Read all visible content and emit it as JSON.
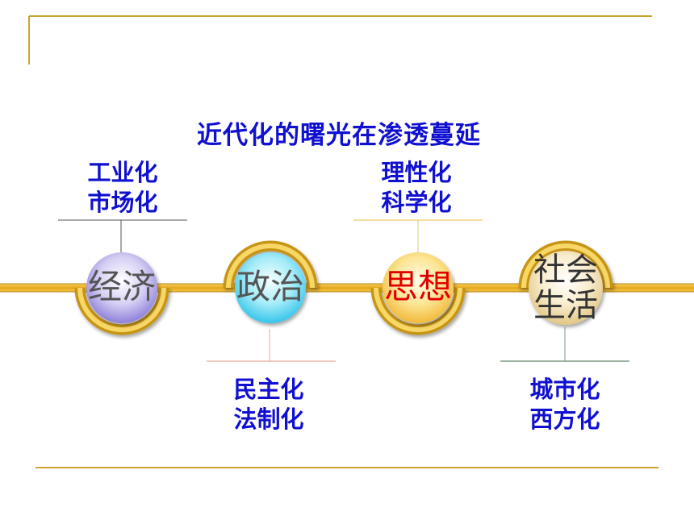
{
  "title": "近代化的曙光在渗透蔓延",
  "nodes": [
    {
      "name": "经济",
      "color": "#555555",
      "sub": [
        "工业化",
        "市场化"
      ]
    },
    {
      "name": "政治",
      "color": "#555555",
      "sub": [
        "民主化",
        "法制化"
      ]
    },
    {
      "name": "思想",
      "color": "#e00000",
      "sub": [
        "理性化",
        "科学化"
      ]
    },
    {
      "name": "社会生活",
      "line1": "社会",
      "line2": "生活",
      "color": "#333333",
      "sub": [
        "城市化",
        "西方化"
      ]
    }
  ],
  "colors": {
    "accent": "#d4a21e",
    "label": "#1010d0",
    "frame": "#c9a32a"
  }
}
